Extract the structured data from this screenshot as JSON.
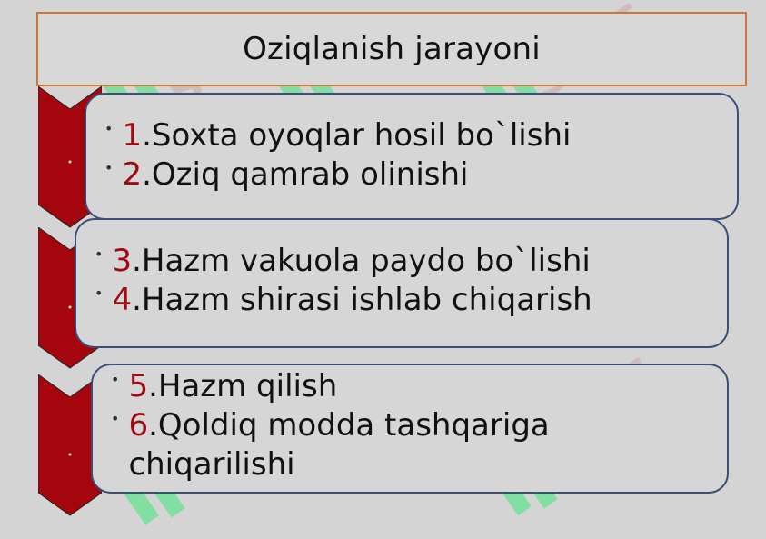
{
  "title": "Oziqlanish jarayoni",
  "colors": {
    "chevron": "#a5060d",
    "card_border": "#3a4e78",
    "number": "#9d0b12",
    "title_border": "#c8783e",
    "watermark": "#3fe87a"
  },
  "watermark_text": "SOFF",
  "groups": [
    {
      "items": [
        {
          "num": "1",
          "text": ".Soxta oyoqlar hosil bo`lishi"
        },
        {
          "num": "2",
          "text": ".Oziq qamrab olinishi"
        }
      ]
    },
    {
      "items": [
        {
          "num": "3",
          "text": ".Hazm vakuola paydo bo`lishi"
        },
        {
          "num": "4",
          "text": ".Hazm shirasi ishlab chiqarish"
        }
      ]
    },
    {
      "items": [
        {
          "num": "5",
          "text": ".Hazm qilish"
        },
        {
          "num": "6",
          "text": ".Qoldiq modda tashqariga chiqarilishi"
        }
      ]
    }
  ]
}
